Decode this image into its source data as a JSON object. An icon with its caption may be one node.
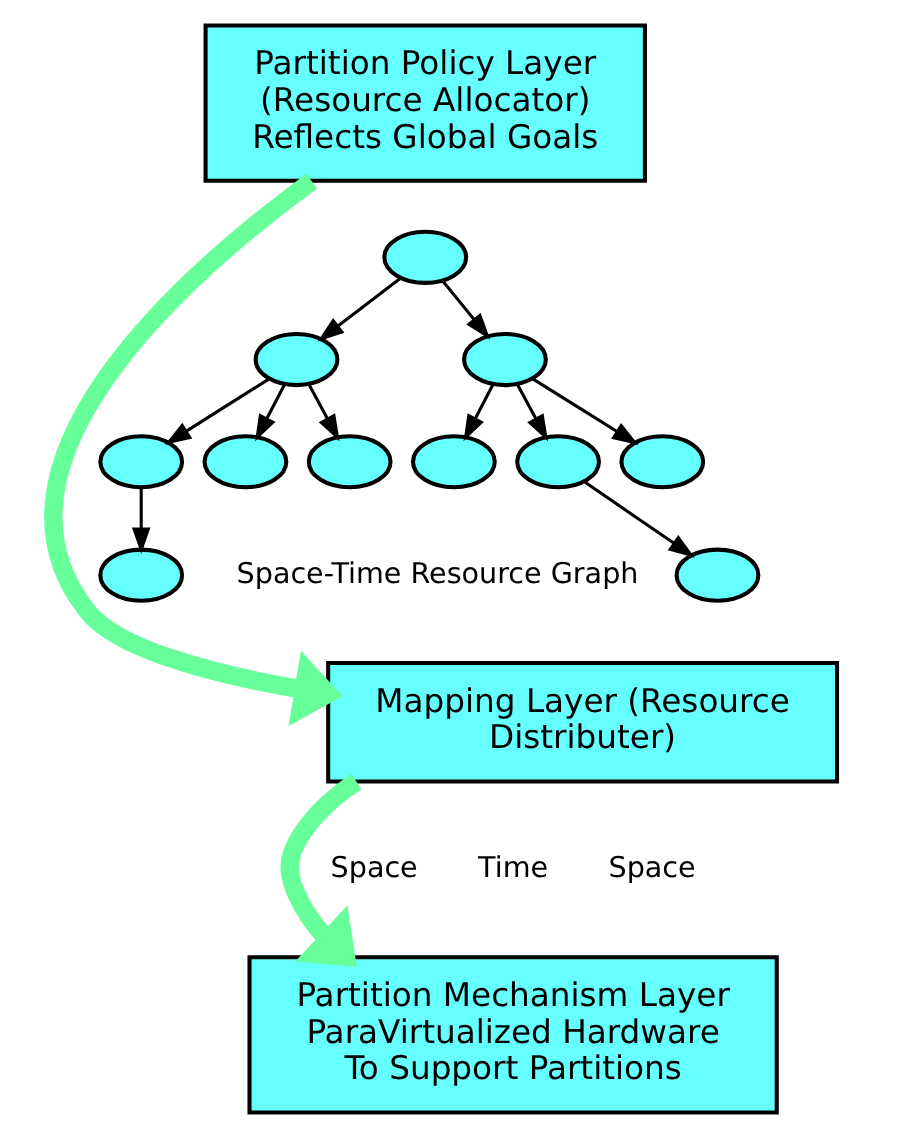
{
  "diagram": {
    "nodes": [
      {
        "text": [
          "Partition Policy Layer (Resource Allocator) Reflects Global Goals"
        ]
      },
      {
        "text": [
          "Mapping Layer (Resource Distributer)"
        ]
      },
      {
        "text": [
          "Partition Mechanism Layer ParaVirtualized Hardware To Support Partitions"
        ]
      },
      {
        "text": [],
        "shape": "circle"
      },
      {
        "text": [],
        "shape": "circle"
      },
      {
        "text": [],
        "shape": "circle"
      },
      {
        "text": [],
        "shape": "circle"
      },
      {
        "text": [],
        "shape": "circle"
      },
      {
        "text": [],
        "shape": "circle"
      },
      {
        "text": [],
        "shape": "circle"
      },
      {
        "text": [],
        "shape": "circle"
      },
      {
        "text": [],
        "shape": "circle"
      },
      {
        "text": [],
        "shape": "circle"
      },
      {
        "text": [],
        "shape": "circle"
      }
    ],
    "edges": [
      {
        "from": 0,
        "to": 1,
        "arrow": "to",
        "style": "thick",
        "color": "#66ff99"
      },
      {
        "from": 1,
        "to": 2,
        "arrow": "to",
        "style": "thick",
        "color": "#66ff99"
      },
      {
        "from": 3,
        "to": 4,
        "arrow": "to"
      },
      {
        "from": 3,
        "to": 6,
        "arrow": "to"
      },
      {
        "from": 4,
        "to": 5,
        "arrow": "to"
      },
      {
        "from": 4,
        "to": 8,
        "arrow": "to"
      },
      {
        "from": 4,
        "to": 9,
        "arrow": "to"
      },
      {
        "from": 5,
        "to": 10,
        "arrow": "to"
      },
      {
        "from": 6,
        "to": 11,
        "arrow": "to"
      },
      {
        "from": 6,
        "to": 12,
        "arrow": "to"
      },
      {
        "from": 6,
        "to": 7,
        "arrow": "to"
      },
      {
        "from": 7,
        "to": 13,
        "arrow": "to"
      }
    ],
    "labels": [
      "Space-Time Resource Graph",
      "Space",
      "Time",
      "Space"
    ]
  }
}
